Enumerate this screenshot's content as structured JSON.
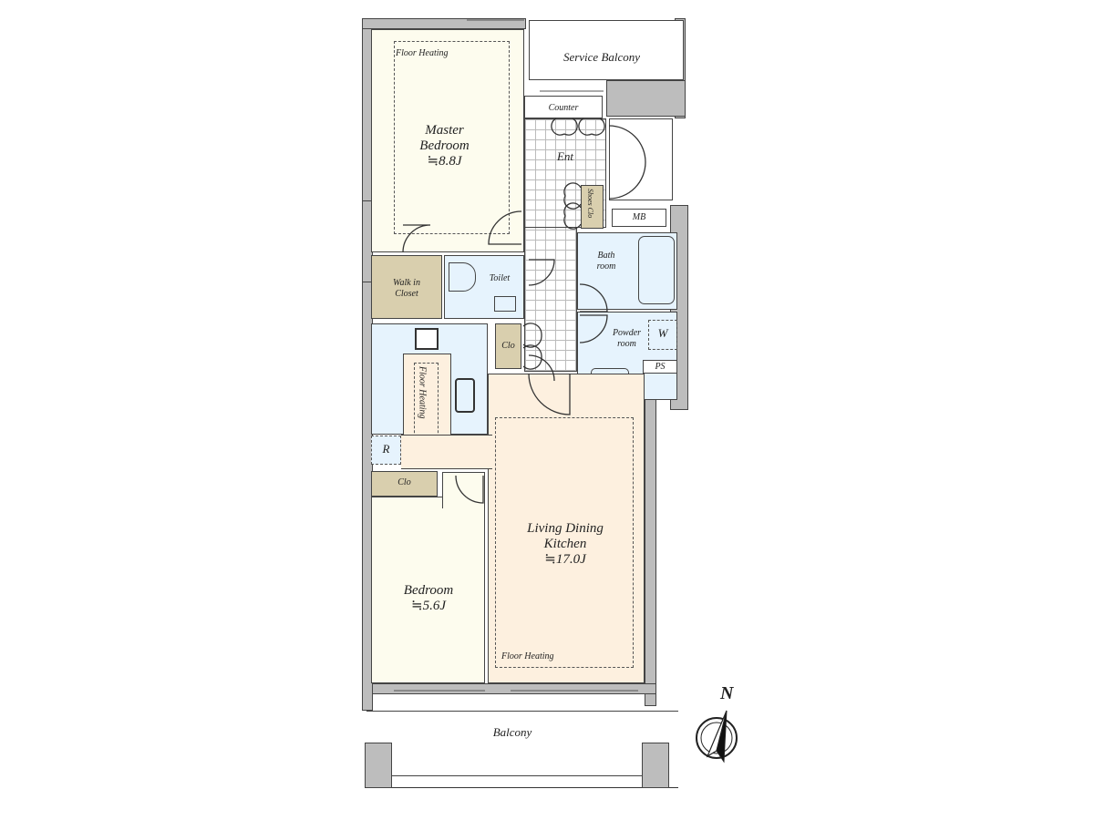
{
  "plan": {
    "rooms": {
      "service_balcony": {
        "label": "Service Balcony"
      },
      "master_bedroom": {
        "name": "Master",
        "name2": "Bedroom",
        "area": "≒8.8J",
        "floor_heating": "Floor Heating"
      },
      "counter": {
        "label": "Counter"
      },
      "entrance": {
        "label": "Ent"
      },
      "shoe_closet": {
        "label": "Shoes Clo"
      },
      "mb": {
        "label": "MB"
      },
      "bathroom": {
        "line1": "Bath",
        "line2": "room"
      },
      "walk_in_closet": {
        "line1": "Walk in",
        "line2": "Closet"
      },
      "toilet": {
        "label": "Toilet"
      },
      "closet_hall": {
        "label": "Clo"
      },
      "powder_room": {
        "line1": "Powder",
        "line2": "room",
        "washer": "W"
      },
      "ps": {
        "label": "PS"
      },
      "kitchen": {
        "floor_heating": "Floor Heating",
        "fridge": "R"
      },
      "closet_bedroom": {
        "label": "Clo"
      },
      "ldk": {
        "line1": "Living Dining",
        "line2": "Kitchen",
        "area": "≒17.0J",
        "floor_heating": "Floor Heating"
      },
      "bedroom": {
        "name": "Bedroom",
        "area": "≒5.6J"
      },
      "balcony": {
        "label": "Balcony"
      }
    },
    "compass": {
      "label": "N"
    },
    "colors": {
      "bedroom_fill": "#fdfcee",
      "ldk_fill": "#fdf0df",
      "wet_fill": "#e6f3fd",
      "closet_fill": "#d9cfae",
      "wall_fill": "#bdbdbd"
    }
  }
}
